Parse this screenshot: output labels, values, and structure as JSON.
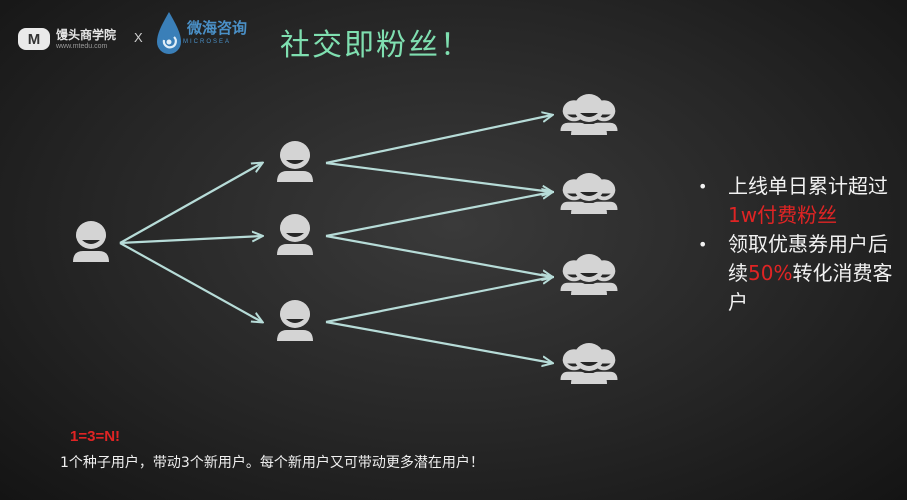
{
  "header": {
    "logo_left_name": "馒头商学院",
    "logo_left_url": "www.mtedu.com",
    "separator": "X",
    "logo_right_name": "微海咨询",
    "logo_right_sub": "MICROSEA",
    "title": "社交即粉丝！"
  },
  "bullets": [
    {
      "pre": "上线单日累计超过",
      "highlight": "1w付费粉丝",
      "post": ""
    },
    {
      "pre": "领取优惠券用户后续",
      "highlight": "50%",
      "post": "转化消费客户"
    }
  ],
  "footer": {
    "formula": "1=3=N!",
    "note": "1个种子用户，带动3个新用户。每个新用户又可带动更多潜在用户！"
  },
  "colors": {
    "title": "#7fdfb0",
    "highlight": "#e02424",
    "arrow": "#b7dcd8",
    "icon": "#d4d4d4"
  }
}
